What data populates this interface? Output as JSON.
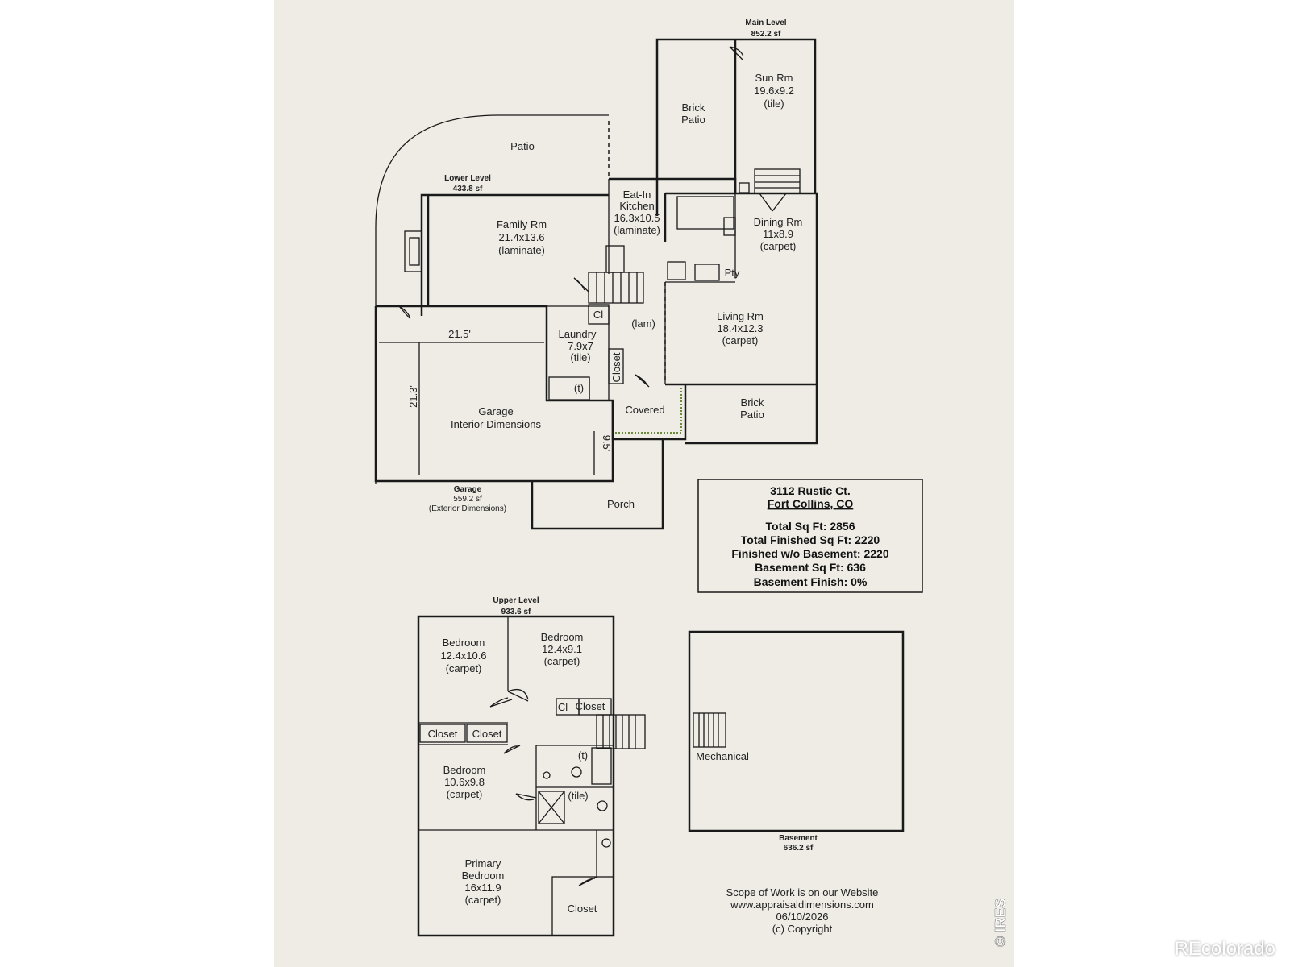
{
  "levels": {
    "main": {
      "name": "Main Level",
      "area": "852.2 sf"
    },
    "lower": {
      "name": "Lower Level",
      "area": "433.8 sf"
    },
    "garage": {
      "name": "Garage",
      "area": "559.2 sf",
      "note": "(Exterior Dimensions)"
    },
    "upper": {
      "name": "Upper Level",
      "area": "933.6 sf"
    },
    "basement": {
      "name": "Basement",
      "area": "636.2 sf"
    }
  },
  "rooms": {
    "sun_rm": {
      "name": "Sun Rm",
      "dims": "19.6x9.2",
      "floor": "(tile)"
    },
    "brick_patio_top": {
      "line1": "Brick",
      "line2": "Patio"
    },
    "patio": {
      "name": "Patio"
    },
    "eat_in_kitchen": {
      "line1": "Eat-In",
      "line2": "Kitchen",
      "dims": "16.3x10.5",
      "floor": "(laminate)"
    },
    "dining_rm": {
      "name": "Dining Rm",
      "dims": "11x8.9",
      "floor": "(carpet)"
    },
    "family_rm": {
      "name": "Family Rm",
      "dims": "21.4x13.6",
      "floor": "(laminate)"
    },
    "pty": "Pty",
    "cl": "Cl",
    "lam": "(lam)",
    "living_rm": {
      "name": "Living Rm",
      "dims": "18.4x12.3",
      "floor": "(carpet)"
    },
    "laundry": {
      "name": "Laundry",
      "dims": "7.9x7",
      "floor": "(tile)"
    },
    "closet_main": "Closet",
    "toilet_t": "(t)",
    "covered": "Covered",
    "brick_patio_bottom": {
      "line1": "Brick",
      "line2": "Patio"
    },
    "garage": {
      "line1": "Garage",
      "line2": "Interior Dimensions"
    },
    "porch": "Porch",
    "bedroom1": {
      "name": "Bedroom",
      "dims": "12.4x10.6",
      "floor": "(carpet)"
    },
    "bedroom2": {
      "name": "Bedroom",
      "dims": "12.4x9.1",
      "floor": "(carpet)"
    },
    "cl_upper": "Cl",
    "closet_upper_a": "Closet",
    "closet_upper_b": "Closet",
    "closet_upper_c": "Closet",
    "bedroom3": {
      "name": "Bedroom",
      "dims": "10.6x9.8",
      "floor": "(carpet)"
    },
    "bath_t": "(t)",
    "bath_tile": "(tile)",
    "primary_bedroom": {
      "line1": "Primary",
      "line2": "Bedroom",
      "dims": "16x11.9",
      "floor": "(carpet)"
    },
    "closet_primary": "Closet",
    "mechanical": "Mechanical"
  },
  "dimensions": {
    "garage_width": "21.5'",
    "garage_depth": "21.3'",
    "garage_notch": "9.5'"
  },
  "info_box": {
    "address": "3112 Rustic Ct.",
    "city": "Fort Collins, CO",
    "total_sq_ft": "Total Sq Ft:  2856",
    "total_finished": "Total Finished Sq Ft:  2220",
    "finished_wo_basement": "Finished w/o Basement:  2220",
    "basement_sq_ft": "Basement Sq Ft:  636",
    "basement_finish": "Basement Finish:  0%"
  },
  "footer": {
    "scope": "Scope of Work is on our Website",
    "website": "www.appraisaldimensions.com",
    "date": "06/10/2026",
    "copyright": "(c) Copyright"
  },
  "ires": "© IRES",
  "watermark": "REcolorado"
}
